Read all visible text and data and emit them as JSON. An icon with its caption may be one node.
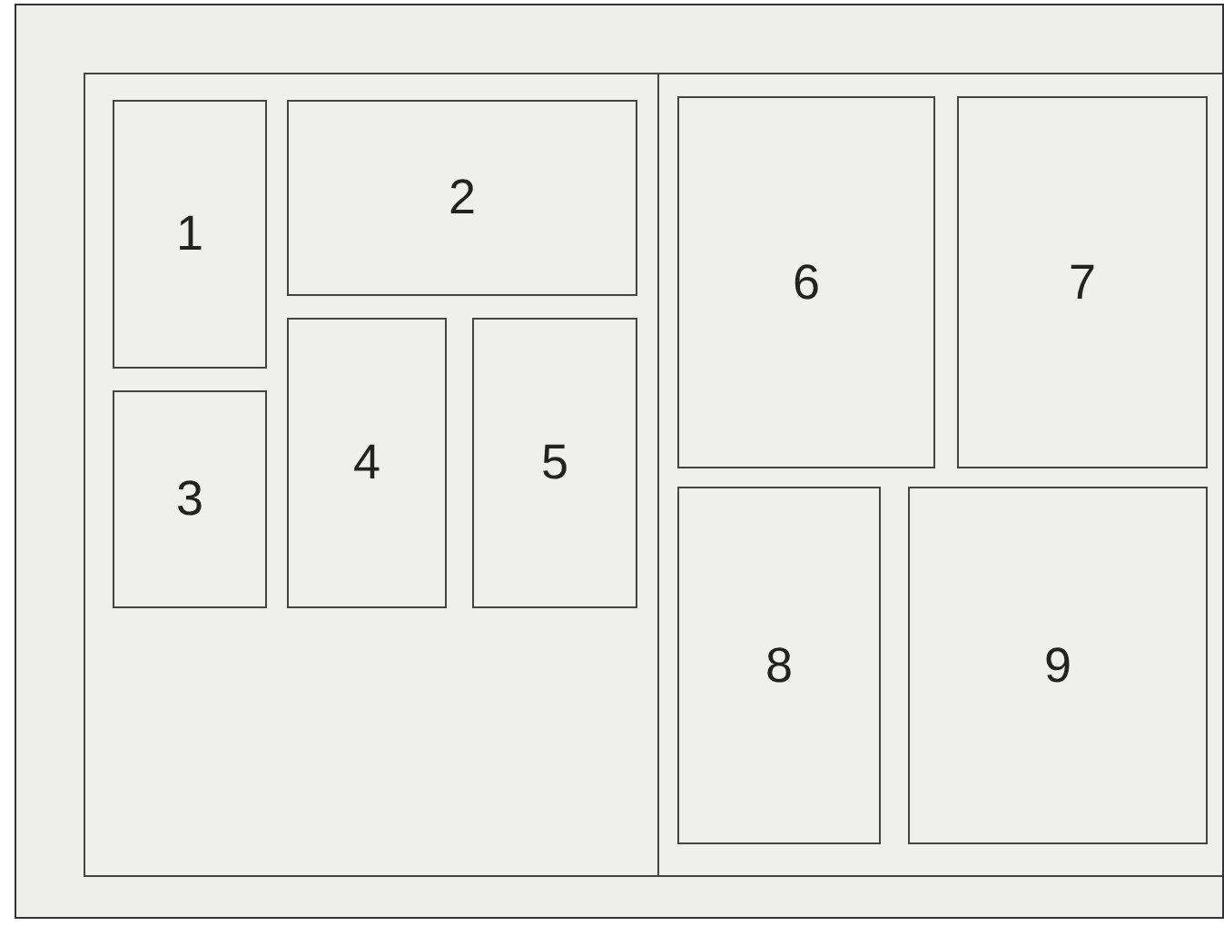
{
  "diagram": {
    "nodes": [
      {
        "text": [],
        "shape": "box"
      },
      {
        "text": [
          "1"
        ],
        "in": 0
      },
      {
        "text": [
          "2"
        ],
        "in": 0
      },
      {
        "text": [
          "3"
        ],
        "in": 0
      },
      {
        "text": [
          "4"
        ],
        "in": 0
      },
      {
        "text": [
          "5"
        ],
        "in": 0
      },
      {
        "text": [],
        "shape": "box"
      },
      {
        "text": [
          "6"
        ],
        "in": 6
      },
      {
        "text": [
          "7"
        ],
        "in": 6
      },
      {
        "text": [
          "8"
        ],
        "in": 6
      },
      {
        "text": [
          "9"
        ],
        "in": 6
      }
    ]
  }
}
